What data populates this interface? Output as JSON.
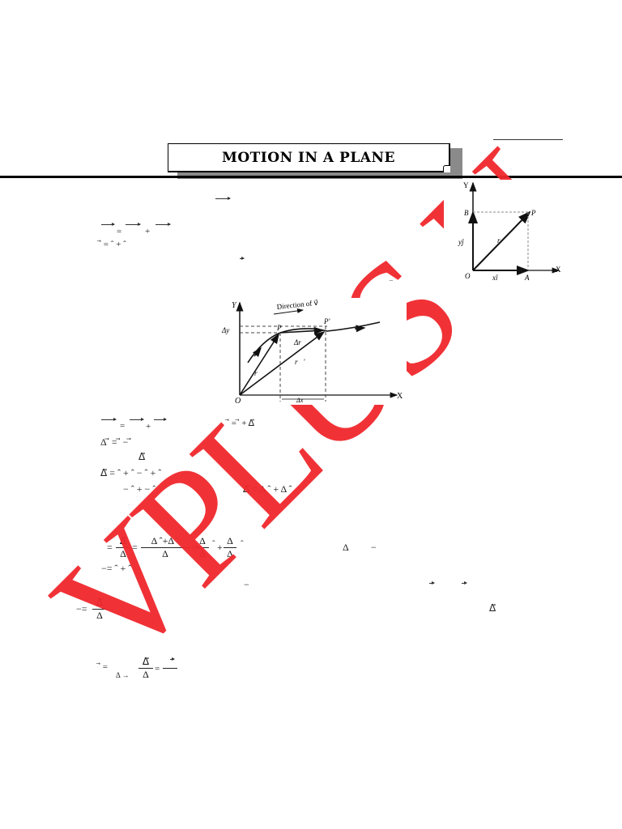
{
  "page": {
    "title": "MOTION IN A PLANE",
    "watermark": {
      "text": "VPLUS U",
      "color": "#f0282d",
      "letters": [
        "V",
        "P",
        "L",
        "U",
        "S",
        "U"
      ]
    }
  },
  "figure_position_vector": {
    "axis_y": "Y",
    "axis_x": "X",
    "origin": "O",
    "point_p": "P",
    "point_a": "A",
    "point_b": "B",
    "label_r": "r⃗",
    "label_yj": "yĵ",
    "label_xi": "xî"
  },
  "figure_displacement": {
    "axis_y": "Y",
    "axis_x": "X",
    "origin": "O",
    "point_p": "P",
    "point_p_prime": "P'",
    "direction_label": "Direction of v⃗",
    "delta_y": "Δy",
    "delta_x": "Δx",
    "delta_r": "Δr⃗",
    "r": "r⃗",
    "r_prime": "r⃗'"
  },
  "equations": {
    "eq1": {
      "eq": "=",
      "plus": "+"
    },
    "eq2": {
      "text": "⃗ = ˆ + ˆ"
    },
    "eq3_left": {
      "eq": "=",
      "plus": "+"
    },
    "eq3_right": "⃗ = ⃗ + Δ⃗",
    "eq4": "Δ ⃗ = ⃗ − ⃗",
    "eq5": "Δ⃗",
    "eq6": "Δ⃗ =    ˆ +    ˆ  −    ˆ +    ˆ",
    "eq7_left": "−    ˆ +    −    ˆ",
    "eq7_right": "Δ⃗ = Δ  ˆ + Δ  ˆ",
    "eq8": {
      "lhs": "=",
      "f1_num": "Δ⃗",
      "f1_den": "Δ",
      "f2_num": "Δ  ˆ+Δ  ˆ",
      "f2_den": "Δ",
      "f3_num": "Δ",
      "f3_den": "Δ",
      "f4_num": "Δ",
      "f4_den": "Δ",
      "hat1": "ˆ",
      "hat2": "ˆ",
      "plus": "+"
    },
    "eq8_side": {
      "delta": "Δ",
      "minus": "−"
    },
    "eq9": "−=  ˆ +  ˆ",
    "eq10_minus": "−",
    "eq10_arrows": [
      "⃗",
      "⃗"
    ],
    "eq11": {
      "lhs": "−=",
      "num": "Δ⃗",
      "den": "Δ"
    },
    "eq11_side": "Δ⃗",
    "eq12": {
      "lhs": "⃗ =",
      "lim": "Δ →",
      "num": "Δ⃗",
      "den": "Δ",
      "eq": "="
    }
  }
}
